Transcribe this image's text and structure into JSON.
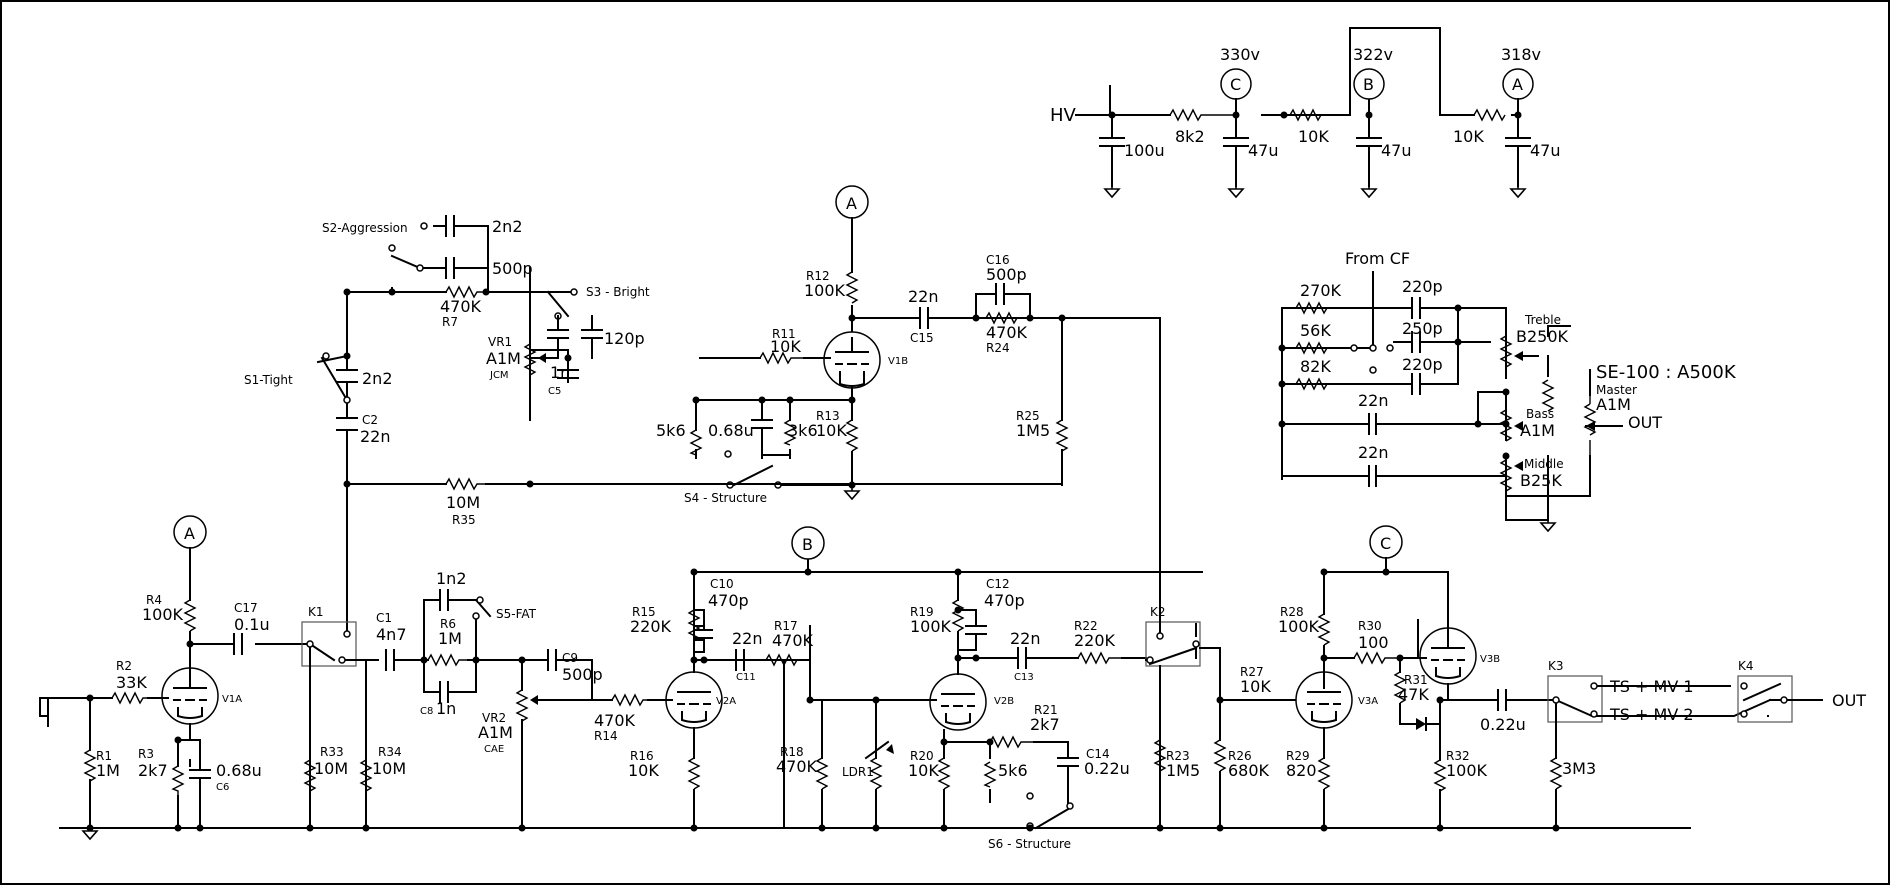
{
  "supply": {
    "hv_label": "HV",
    "cap_100u": "100u",
    "r_8k2": "8k2",
    "node_c_v": "330v",
    "node_c": "C",
    "cap_c": "47u",
    "r_10k_b": "10K",
    "node_b_v": "322v",
    "node_b": "B",
    "cap_b": "47u",
    "r_10k_a": "10K",
    "node_a_v": "318v",
    "node_a": "A",
    "cap_a": "47u"
  },
  "tonestack": {
    "from_cf": "From CF",
    "r270k": "270K",
    "r56k": "56K",
    "r82k": "82K",
    "c220p_1": "220p",
    "c250p": "250p",
    "c220p_2": "220p",
    "c22n_1": "22n",
    "c22n_2": "22n",
    "treble_name": "Treble",
    "treble_val": "B250K",
    "bass_name": "Bass",
    "bass_val": "A1M",
    "middle_name": "Middle",
    "middle_val": "B25K",
    "se100": "SE-100 : A500K",
    "master_name": "Master",
    "master_val": "A1M",
    "out": "OUT"
  },
  "v1b": {
    "node_a": "A",
    "r12_name": "R12",
    "r12_val": "100K",
    "c15_val": "22n",
    "c15_name": "C15",
    "c16_name": "C16",
    "c16_val": "500p",
    "r24_val": "470K",
    "r24_name": "R24",
    "r11_name": "R11",
    "r11_val": "10K",
    "tube": "V1B",
    "r13_name": "R13",
    "r13_val": "10K",
    "r5k6": "5k6",
    "c068": "0.68u",
    "r3k6": "3k6",
    "r25_name": "R25",
    "r25_val": "1M5",
    "s4": "S4 - Structure"
  },
  "front": {
    "s2": "S2-Aggression",
    "c2n2_top": "2n2",
    "c500p": "500p",
    "r7_val": "470K",
    "r7_name": "R7",
    "s3": "S3 - Bright",
    "c120p": "120p",
    "vr1_name": "VR1",
    "vr1_val": "A1M",
    "vr1_sub": "JCM",
    "c5_val": "1n",
    "c5_name": "C5",
    "s1": "S1-Tight",
    "c2n2": "2n2",
    "c2_name": "C2",
    "c2_val": "22n",
    "r35_val": "10M",
    "r35_name": "R35"
  },
  "v1a": {
    "node_a": "A",
    "r4_name": "R4",
    "r4_val": "100K",
    "c17_name": "C17",
    "c17_val": "0.1u",
    "r2_name": "R2",
    "r2_val": "33K",
    "tube": "V1A",
    "r1_name": "R1",
    "r1_val": "1M",
    "r3_name": "R3",
    "r3_val": "2k7",
    "c6_val": "0.68u",
    "c6_name": "C6",
    "k1": "K1",
    "r33_name": "R33",
    "r33_val": "10M",
    "r34_name": "R34",
    "r34_val": "10M"
  },
  "v2a": {
    "c1_name": "C1",
    "c1_val": "4n7",
    "c1n2": "1n2",
    "s5": "S5-FAT",
    "r6_name": "R6",
    "r6_val": "1M",
    "c8_name": "C8",
    "c8_val": "1n",
    "c9_name": "C9",
    "c9_val": "500p",
    "vr2_name": "VR2",
    "vr2_val": "A1M",
    "vr2_sub": "CAE",
    "r14_val": "470K",
    "r14_name": "R14",
    "node_b": "B",
    "r15_name": "R15",
    "r15_val": "220K",
    "c10_name": "C10",
    "c10_val": "470p",
    "c11_val": "22n",
    "c11_name": "C11",
    "r17_name": "R17",
    "r17_val": "470K",
    "tube": "V2A",
    "r16_name": "R16",
    "r16_val": "10K",
    "r18_name": "R18",
    "r18_val": "470K",
    "ldr": "LDR1"
  },
  "v2b": {
    "r19_name": "R19",
    "r19_val": "100K",
    "c12_name": "C12",
    "c12_val": "470p",
    "c13_val": "22n",
    "c13_name": "C13",
    "r22_name": "R22",
    "r22_val": "220K",
    "tube": "V2B",
    "r21_name": "R21",
    "r21_val": "2k7",
    "c14_name": "C14",
    "c14_val": "0.22u",
    "r20_name": "R20",
    "r20_val": "10K",
    "r5k6": "5k6",
    "s6": "S6 - Structure",
    "k2": "K2",
    "r23_name": "R23",
    "r23_val": "1M5",
    "r26_name": "R26",
    "r26_val": "680K"
  },
  "v3": {
    "node_c": "C",
    "r27_name": "R27",
    "r27_val": "10K",
    "r28_name": "R28",
    "r28_val": "100K",
    "r30_name": "R30",
    "r30_val": "100",
    "r31_name": "R31",
    "r31_val": "47K",
    "tube_a": "V3A",
    "tube_b": "V3B",
    "r29_name": "R29",
    "r29_val": "820",
    "c022": "0.22u",
    "r32_name": "R32",
    "r32_val": "100K",
    "r3m3": "3M3",
    "k3": "K3",
    "k4": "K4",
    "out1": "TS + MV 1",
    "out2": "TS + MV 2",
    "out": "OUT"
  }
}
